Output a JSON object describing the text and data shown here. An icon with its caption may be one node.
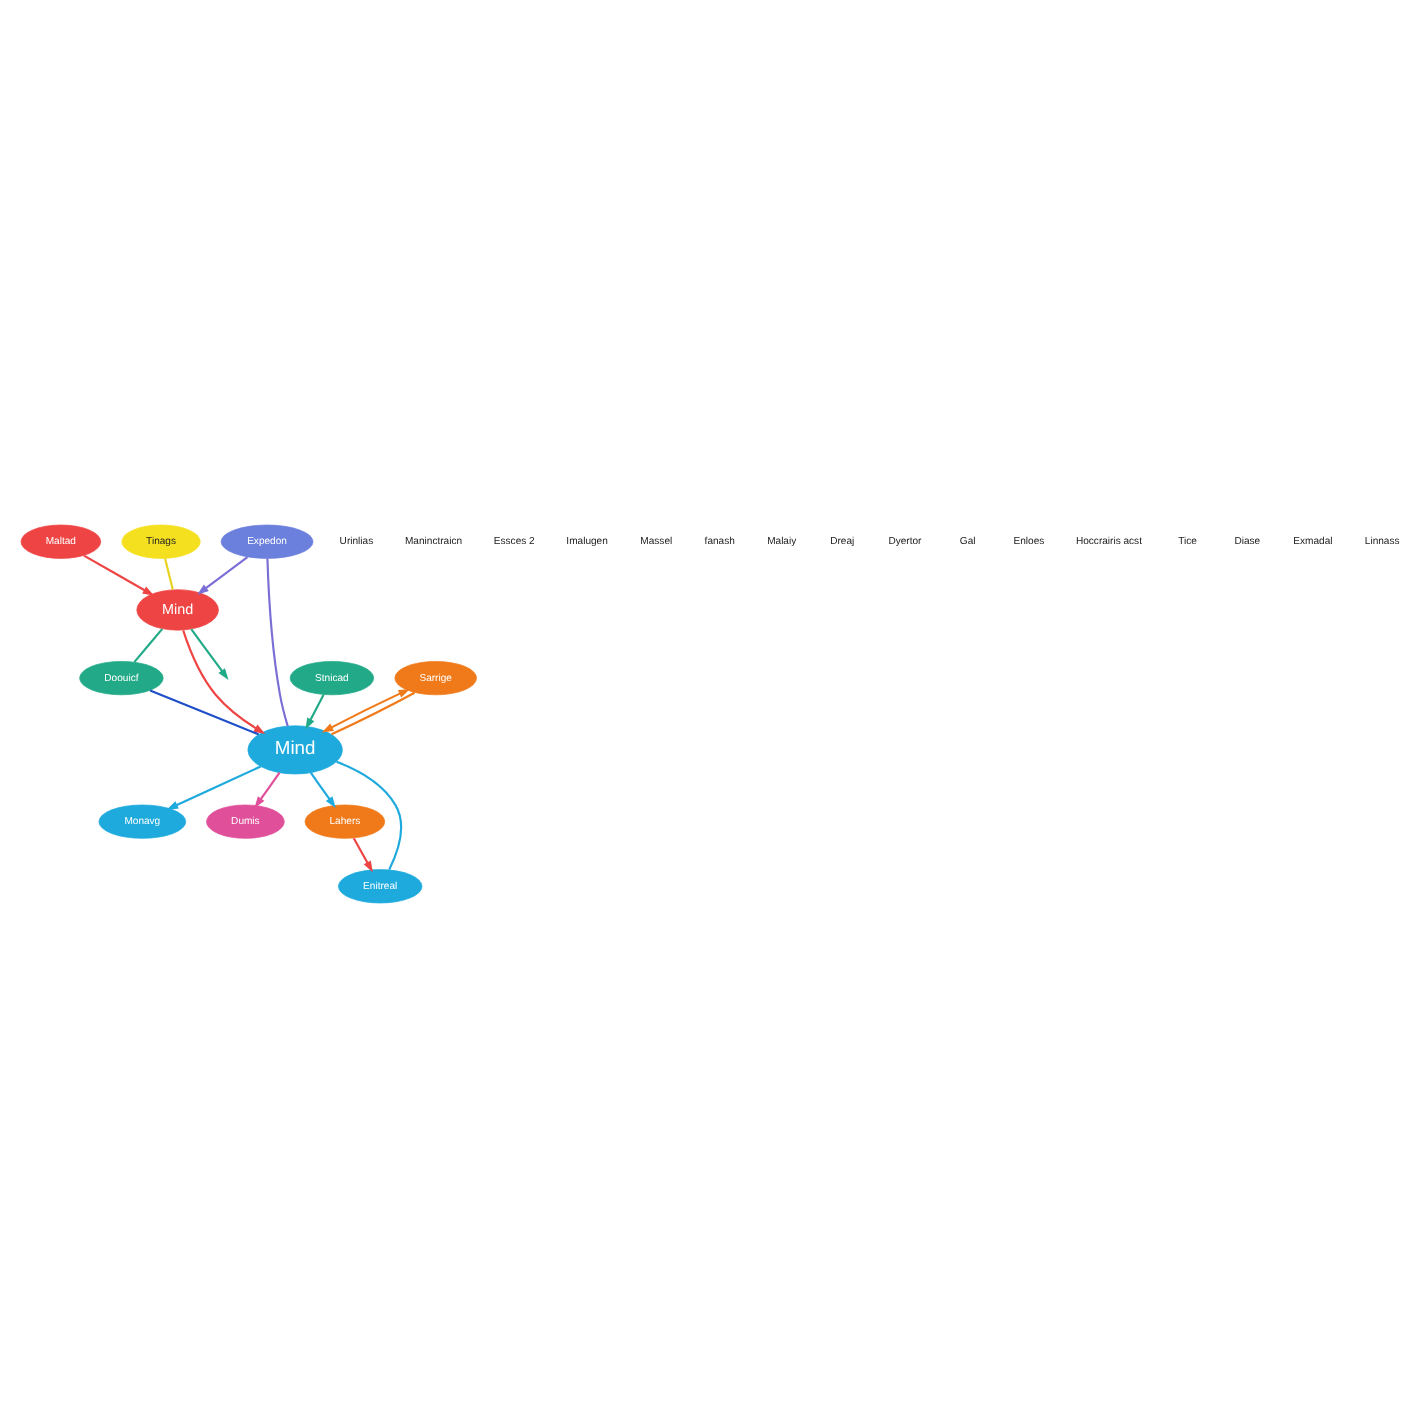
{
  "diagram": {
    "nodes": [
      {
        "text": [
          "Maltad"
        ]
      },
      {
        "text": [
          "Tinags"
        ]
      },
      {
        "text": [
          "Mind"
        ]
      },
      {
        "text": [
          "Expedon"
        ]
      },
      {
        "text": [
          "Doouicf"
        ]
      },
      {
        "text": [
          "Mind"
        ]
      },
      {
        "text": [
          "Stnicad"
        ]
      },
      {
        "text": [
          "Monavg"
        ]
      },
      {
        "text": [
          "Dumis"
        ]
      },
      {
        "text": [
          "Sarrige"
        ]
      },
      {
        "text": [
          "Lahers"
        ]
      },
      {
        "text": [
          "Enitreal"
        ]
      }
    ],
    "edges": [
      {
        "from": 0,
        "to": 2,
        "arrow": "to",
        "color": "#ef4444"
      },
      {
        "from": 1,
        "to": 2,
        "arrow": "none",
        "color": "#e8d21c"
      },
      {
        "from": 3,
        "to": 2,
        "arrow": "to",
        "color": "#7b6fd6"
      },
      {
        "from": 2,
        "to": 4,
        "arrow": "none",
        "color": "#22aa88"
      },
      {
        "from": 2,
        "to": null,
        "arrow": "to",
        "color": "#22aa88"
      },
      {
        "from": 2,
        "to": 5,
        "arrow": "to",
        "color": "#ef4444"
      },
      {
        "from": 3,
        "to": 5,
        "arrow": "none",
        "color": "#7b6fd6"
      },
      {
        "from": 4,
        "to": 5,
        "arrow": "none",
        "color": "#1f4fc8"
      },
      {
        "from": 6,
        "to": 5,
        "arrow": "to",
        "color": "#22aa88"
      },
      {
        "from": 5,
        "to": 7,
        "arrow": "to",
        "color": "#1eaadd"
      },
      {
        "from": 5,
        "to": 8,
        "arrow": "to",
        "color": "#e0509a"
      },
      {
        "from": 9,
        "to": 5,
        "arrow": "both",
        "color": "#f07a1a"
      },
      {
        "from": 9,
        "to": 5,
        "arrow": "none",
        "color": "#f07a1a"
      },
      {
        "from": 5,
        "to": 10,
        "arrow": "to",
        "color": "#1eaadd"
      },
      {
        "from": 5,
        "to": 11,
        "arrow": "none",
        "color": "#1eaadd"
      },
      {
        "from": 10,
        "to": 11,
        "arrow": "to",
        "color": "#ef4444"
      }
    ],
    "labels": [
      "Urinlias",
      "Maninctraicn",
      "Essces 2",
      "Imalugen",
      "Massel",
      "fanash",
      "Malaiy",
      "Dreaj",
      "Dyertor",
      "Gal",
      "Enloes",
      "Hoccrairis acst",
      "Tice",
      "Diase",
      "Exmadal",
      "Linnass"
    ]
  }
}
